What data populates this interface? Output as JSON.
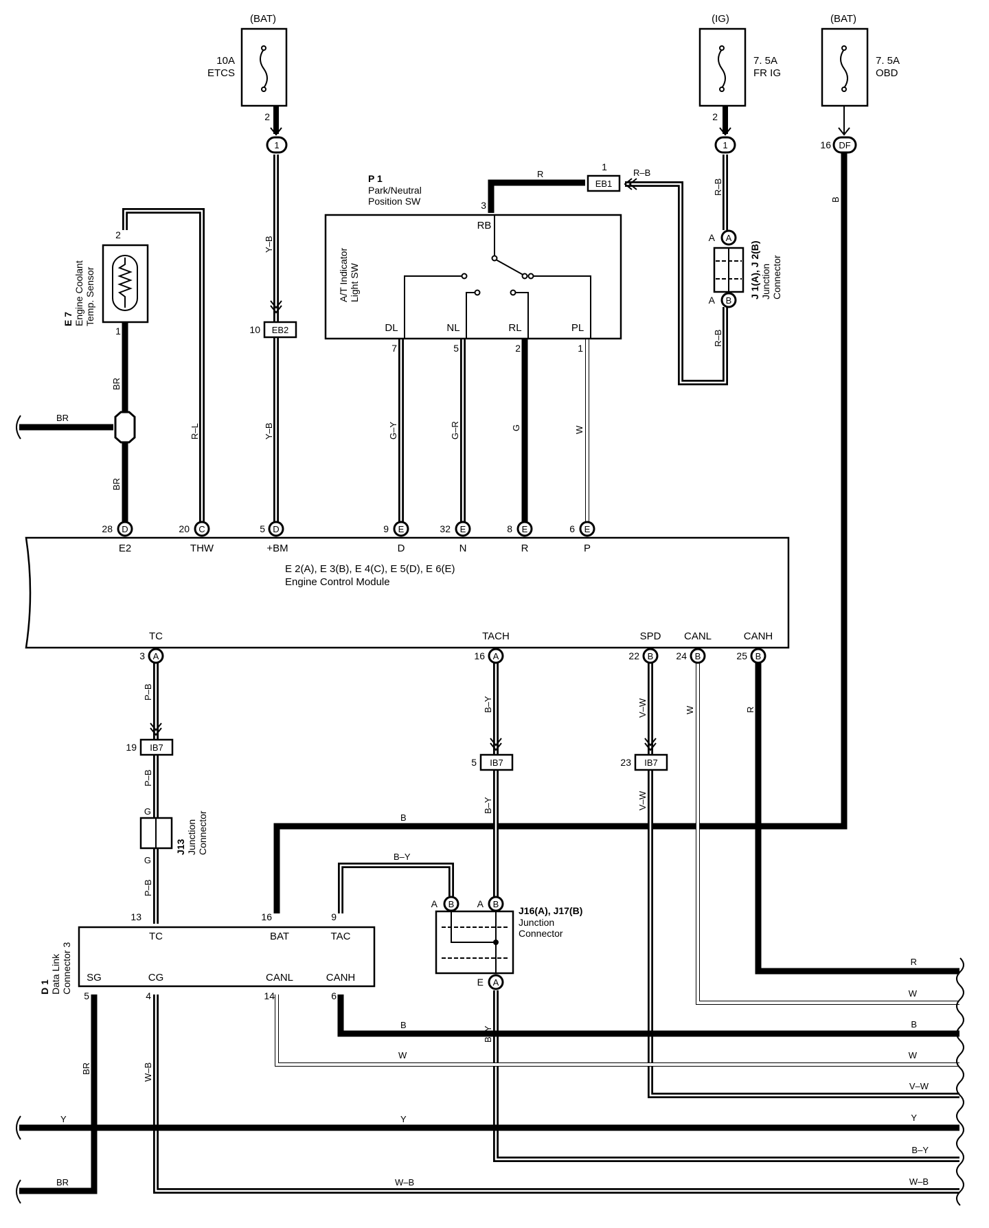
{
  "fuses": [
    {
      "id": "fuse-etcs",
      "supply": "(BAT)",
      "rating": "10A",
      "name": "ETCS",
      "pin": "2",
      "conn": "1"
    },
    {
      "id": "fuse-fr-ig",
      "supply": "(IG)",
      "rating": "7. 5A",
      "name": "FR IG",
      "pin": "2",
      "conn": "1"
    },
    {
      "id": "fuse-obd",
      "supply": "(BAT)",
      "rating": "7. 5A",
      "name": "OBD",
      "pin": "16",
      "conn": "DF"
    }
  ],
  "components": {
    "p1": {
      "id": "P 1",
      "name1": "Park/Neutral",
      "name2": "Position SW",
      "inner1": "A/T Indicator",
      "inner2": "Light SW",
      "pin_rb": "3",
      "rb": "RB",
      "dl": "DL",
      "nl": "NL",
      "rl": "RL",
      "pl": "PL",
      "p7": "7",
      "p5": "5",
      "p2": "2",
      "p1": "1"
    },
    "e7": {
      "id": "E 7",
      "name1": "Engine Coolant",
      "name2": "Temp. Sensor",
      "pin2": "2",
      "pin1": "1"
    },
    "ecm": {
      "title1": "E 2(A), E 3(B), E 4(C), E 5(D), E 6(E)",
      "title2": "Engine Control Module",
      "top": [
        {
          "pin": "28",
          "conn": "D",
          "name": "E2"
        },
        {
          "pin": "20",
          "conn": "C",
          "name": "THW"
        },
        {
          "pin": "5",
          "conn": "D",
          "name": "+BM"
        },
        {
          "pin": "9",
          "conn": "E",
          "name": "D"
        },
        {
          "pin": "32",
          "conn": "E",
          "name": "N"
        },
        {
          "pin": "8",
          "conn": "E",
          "name": "R"
        },
        {
          "pin": "6",
          "conn": "E",
          "name": "P"
        }
      ],
      "bottom": [
        {
          "pin": "3",
          "conn": "A",
          "name": "TC"
        },
        {
          "pin": "16",
          "conn": "A",
          "name": "TACH"
        },
        {
          "pin": "22",
          "conn": "B",
          "name": "SPD"
        },
        {
          "pin": "24",
          "conn": "B",
          "name": "CANL"
        },
        {
          "pin": "25",
          "conn": "B",
          "name": "CANH"
        }
      ]
    },
    "j1": {
      "title": "J 1(A), J 2(B)",
      "name1": "Junction",
      "name2": "Connector",
      "pa": "A",
      "pb": "A",
      "ca": "A",
      "cb": "B"
    },
    "j13": {
      "id": "J13",
      "name1": "Junction",
      "name2": "Connector"
    },
    "j16": {
      "title": "J16(A), J17(B)",
      "name1": "Junction",
      "name2": "Connector",
      "a": "A",
      "b": "B",
      "e": "E"
    },
    "d1": {
      "id": "D 1",
      "name1": "Data Link",
      "name2": "Connector 3",
      "pins": [
        {
          "pin": "13",
          "name": "TC"
        },
        {
          "pin": "16",
          "name": "BAT"
        },
        {
          "pin": "9",
          "name": "TAC"
        },
        {
          "pin": "5",
          "name": "SG"
        },
        {
          "pin": "4",
          "name": "CG"
        },
        {
          "pin": "14",
          "name": "CANL"
        },
        {
          "pin": "6",
          "name": "CANH"
        }
      ]
    }
  },
  "connectors": {
    "eb1": {
      "label": "EB1",
      "pin": "1"
    },
    "eb2": {
      "label": "EB2",
      "pin": "10"
    },
    "ib7_tc": {
      "label": "IB7",
      "pin": "19"
    },
    "ib7_tach": {
      "label": "IB7",
      "pin": "5"
    },
    "ib7_spd": {
      "label": "IB7",
      "pin": "23"
    }
  },
  "wire_colors": {
    "yb": "Y–B",
    "rb": "R–B",
    "r": "R",
    "b": "B",
    "br": "BR",
    "rl": "R–L",
    "gy": "G–Y",
    "gr": "G–R",
    "g": "G",
    "w": "W",
    "pb": "P–B",
    "by": "B–Y",
    "vw": "V–W",
    "y": "Y",
    "wb": "W–B"
  },
  "bus": [
    "R",
    "W",
    "B",
    "W",
    "V–W",
    "Y",
    "B–Y",
    "W–B"
  ]
}
